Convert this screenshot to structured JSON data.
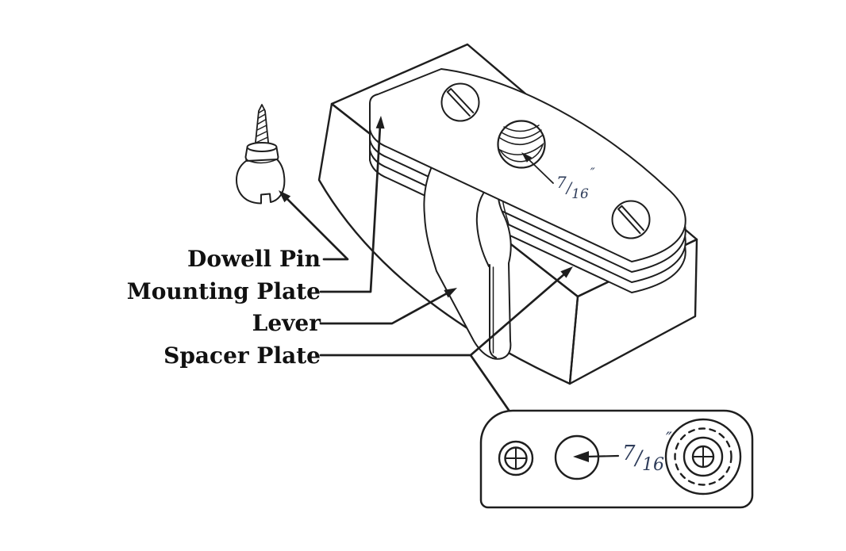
{
  "callouts": {
    "dowel_pin": "Dowell Pin",
    "mounting_plate": "Mounting Plate",
    "lever": "Lever",
    "spacer_plate": "Spacer Plate"
  },
  "dimensions": {
    "iso_hole": {
      "numerator": "7",
      "slash": "/",
      "denominator": "16",
      "unit": "″"
    },
    "plan_hole": {
      "numerator": "7",
      "slash": "/",
      "denominator": "16",
      "unit": "″"
    }
  },
  "colors": {
    "background": "#ffffff",
    "block_gray": "#d2d2d2",
    "hole_shade": "#dadada",
    "line": "#1e1e1e",
    "label_text": "#111111",
    "dimension_text": "#2e3c5a",
    "part_white": "#ffffff"
  }
}
